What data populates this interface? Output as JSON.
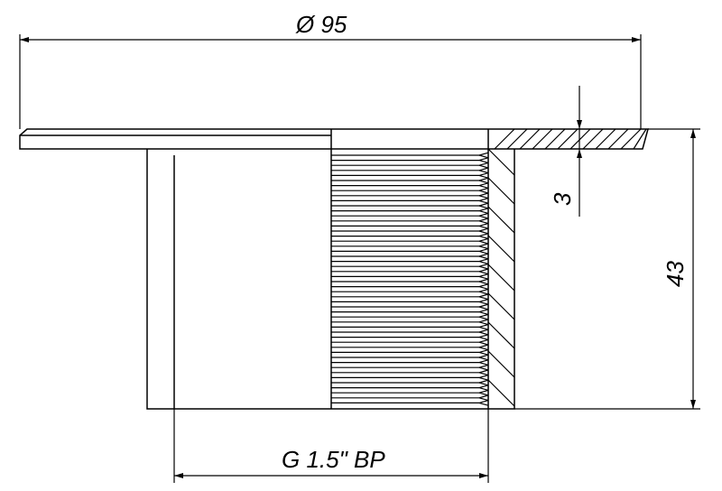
{
  "drawing": {
    "dimensions": {
      "outer_diameter": "Ø 95",
      "height": "43",
      "flange_thickness": "3",
      "thread": "G 1.5\" BP"
    },
    "line_color": "#000000",
    "background_color": "#ffffff"
  }
}
